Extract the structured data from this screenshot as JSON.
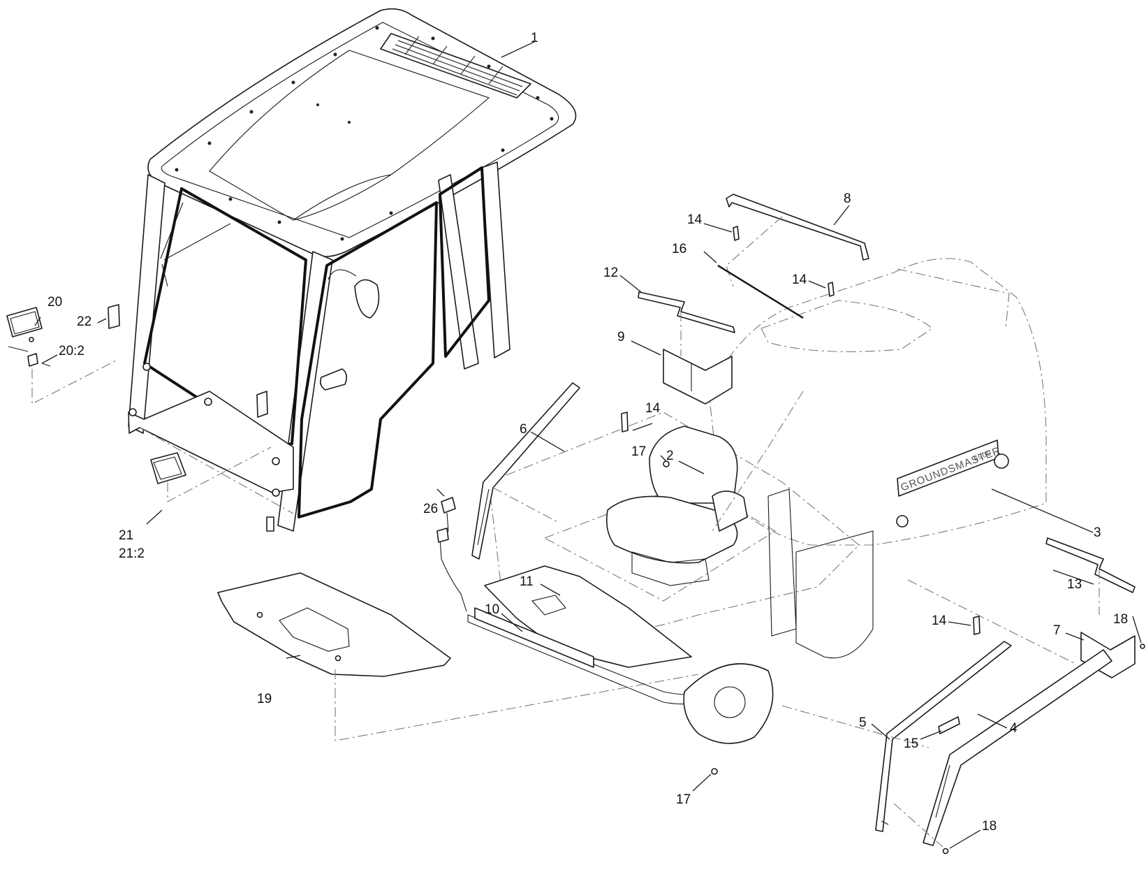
{
  "callouts": {
    "c1": "1",
    "c2": "2",
    "c3": "3",
    "c4": "4",
    "c5": "5",
    "c6": "6",
    "c7": "7",
    "c8": "8",
    "c9": "9",
    "c10": "10",
    "c11": "11",
    "c12": "12",
    "c13": "13",
    "c14a": "14",
    "c14b": "14",
    "c14c": "14",
    "c14d": "14",
    "c15": "15",
    "c16": "16",
    "c17a": "17",
    "c17b": "17",
    "c18a": "18",
    "c18b": "18",
    "c19": "19",
    "c20": "20",
    "c20_2": "20:2",
    "c21": "21",
    "c21_2": "21:2",
    "c22": "22",
    "c26": "26"
  },
  "hood_brand": "GROUNDSMASTER",
  "hood_model": "5900"
}
